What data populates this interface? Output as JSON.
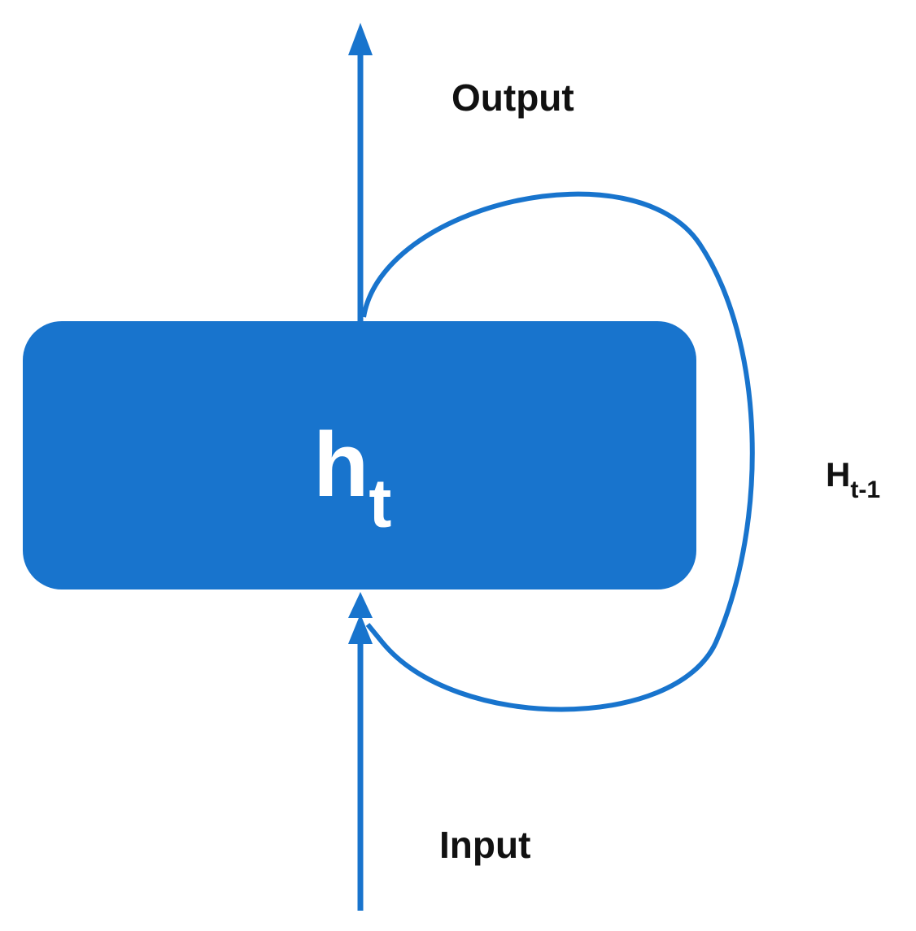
{
  "diagram": {
    "output_label": "Output",
    "input_label": "Input",
    "cell_main": "h",
    "cell_sub": "t",
    "feedback_main": "H",
    "feedback_sub": "t-1",
    "accent_color": "#1874CD",
    "text_color": "#111111"
  }
}
